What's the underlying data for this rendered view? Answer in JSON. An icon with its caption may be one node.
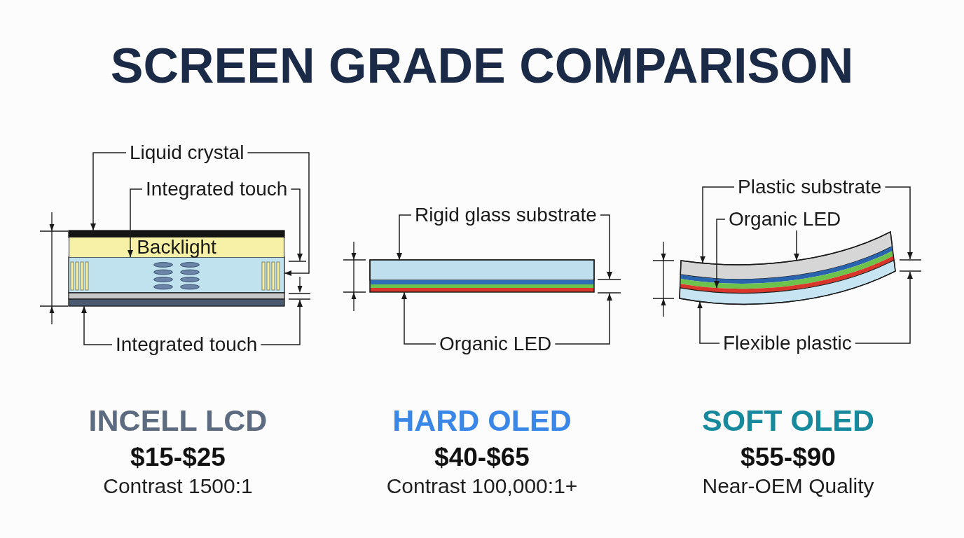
{
  "diagram": {
    "title": "SCREEN GRADE COMPARISON",
    "nodes": [
      {
        "text": [
          "Liquid crystal"
        ]
      },
      {
        "text": [
          "Integrated touch"
        ]
      },
      {
        "text": [],
        "shape": "bar"
      },
      {
        "text": [
          "Backlight"
        ]
      },
      {
        "text": [],
        "shape": "bar"
      },
      {
        "text": [],
        "shape": "bar"
      },
      {
        "text": [],
        "shape": "bar"
      },
      {
        "text": [
          "Integrated touch"
        ]
      },
      {
        "text": [
          "Rigid glass substrate"
        ]
      },
      {
        "text": [],
        "shape": "bar"
      },
      {
        "text": [],
        "shape": "bar"
      },
      {
        "text": [],
        "shape": "bar"
      },
      {
        "text": [],
        "shape": "bar"
      },
      {
        "text": [
          "Organic LED"
        ]
      },
      {
        "text": [
          "Plastic substrate"
        ]
      },
      {
        "text": [
          "Organic LED"
        ]
      },
      {
        "text": [],
        "shape": "bar"
      },
      {
        "text": [],
        "shape": "bar"
      },
      {
        "text": [],
        "shape": "bar"
      },
      {
        "text": [],
        "shape": "bar"
      },
      {
        "text": [],
        "shape": "bar"
      },
      {
        "text": [
          "Flexible plastic"
        ]
      }
    ],
    "edges": [
      {
        "from": 0,
        "to": 2,
        "arrow": "to"
      },
      {
        "from": 0,
        "to": 4,
        "arrow": "to"
      },
      {
        "from": 1,
        "to": 4,
        "arrow": "to"
      },
      {
        "from": 1,
        "to": 3,
        "arrow": "to"
      },
      {
        "from": 7,
        "to": 6,
        "arrow": "to"
      },
      {
        "from": 7,
        "to": 5,
        "arrow": "to"
      },
      {
        "from": 8,
        "to": 9,
        "arrow": "to"
      },
      {
        "from": 8,
        "to": 11,
        "arrow": "to"
      },
      {
        "from": 13,
        "to": 12,
        "arrow": "to"
      },
      {
        "from": 13,
        "to": 11,
        "arrow": "to"
      },
      {
        "from": 14,
        "to": 16,
        "arrow": "to"
      },
      {
        "from": 14,
        "to": 19,
        "arrow": "to"
      },
      {
        "from": 15,
        "to": 19,
        "arrow": "to"
      },
      {
        "from": 15,
        "to": 16,
        "arrow": "to"
      },
      {
        "from": 21,
        "to": 20,
        "arrow": "to"
      },
      {
        "from": 21,
        "to": 19,
        "arrow": "to"
      }
    ],
    "labels": [
      "INCELL LCD",
      "$15-$25",
      "Contrast 1500:1",
      "HARD OLED",
      "$40-$65",
      "Contrast 100,000:1+",
      "SOFT OLED",
      "$55-$90",
      "Near-OEM Quality"
    ]
  }
}
